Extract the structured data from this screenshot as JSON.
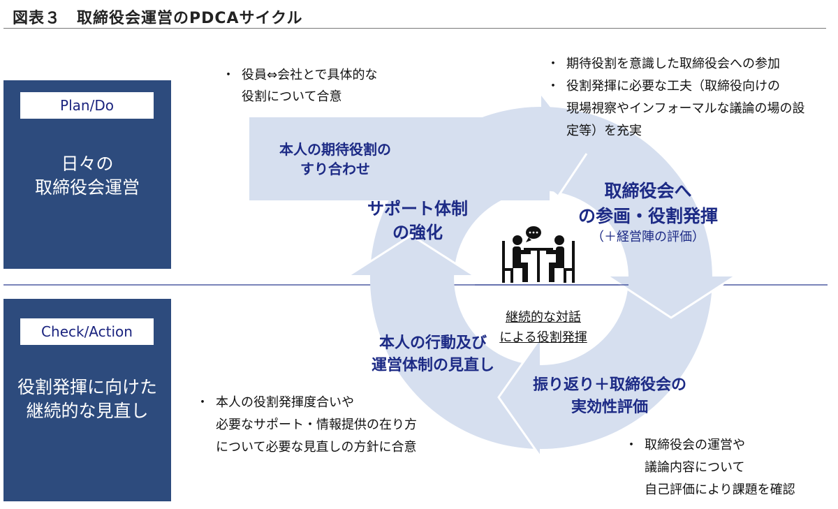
{
  "title": "図表３　取締役会運営のPDCAサイクル",
  "panels": {
    "plan_do": {
      "label": "Plan/Do",
      "text_lines": [
        "日々の",
        "取締役会運営"
      ]
    },
    "check_action": {
      "label": "Check/Action",
      "text_lines": [
        "役割発揮に向けた",
        "継続的な見直し"
      ]
    }
  },
  "cycle": {
    "step1": [
      "本人の期待役割の",
      "すり合わせ"
    ],
    "step2": [
      "取締役会へ",
      "の参画・役割発揮"
    ],
    "step2_note": "（＋経営陣の評価）",
    "step3": [
      "振り返り＋取締役会の",
      "実効性評価"
    ],
    "step4": [
      "本人の行動及び",
      "運営体制の見直し"
    ],
    "step5": [
      "サポート体制",
      "の強化"
    ],
    "center": [
      "継続的な対話",
      "による役割発揮"
    ]
  },
  "notes": {
    "top_left": [
      "役員⇔会社とで具体的な",
      "役割について合意"
    ],
    "top_right": [
      [
        "期待役割を意識した取締役会への参加"
      ],
      [
        "役割発揮に必要な工夫（取締役向けの",
        "現場視察やインフォーマルな議論の場の設",
        "定等）を充実"
      ]
    ],
    "bottom_left": [
      "本人の役割発揮度合いや",
      "必要なサポート・情報提供の在り方",
      "について必要な見直しの方針に合意"
    ],
    "bottom_right": [
      "取締役会の運営や",
      "議論内容について",
      "自己評価により課題を確認"
    ]
  },
  "colors": {
    "panel": "#2d4b7d",
    "arrow": "#d6dfef",
    "label_text": "#1c2a85",
    "divider": "#2a3b8f"
  }
}
